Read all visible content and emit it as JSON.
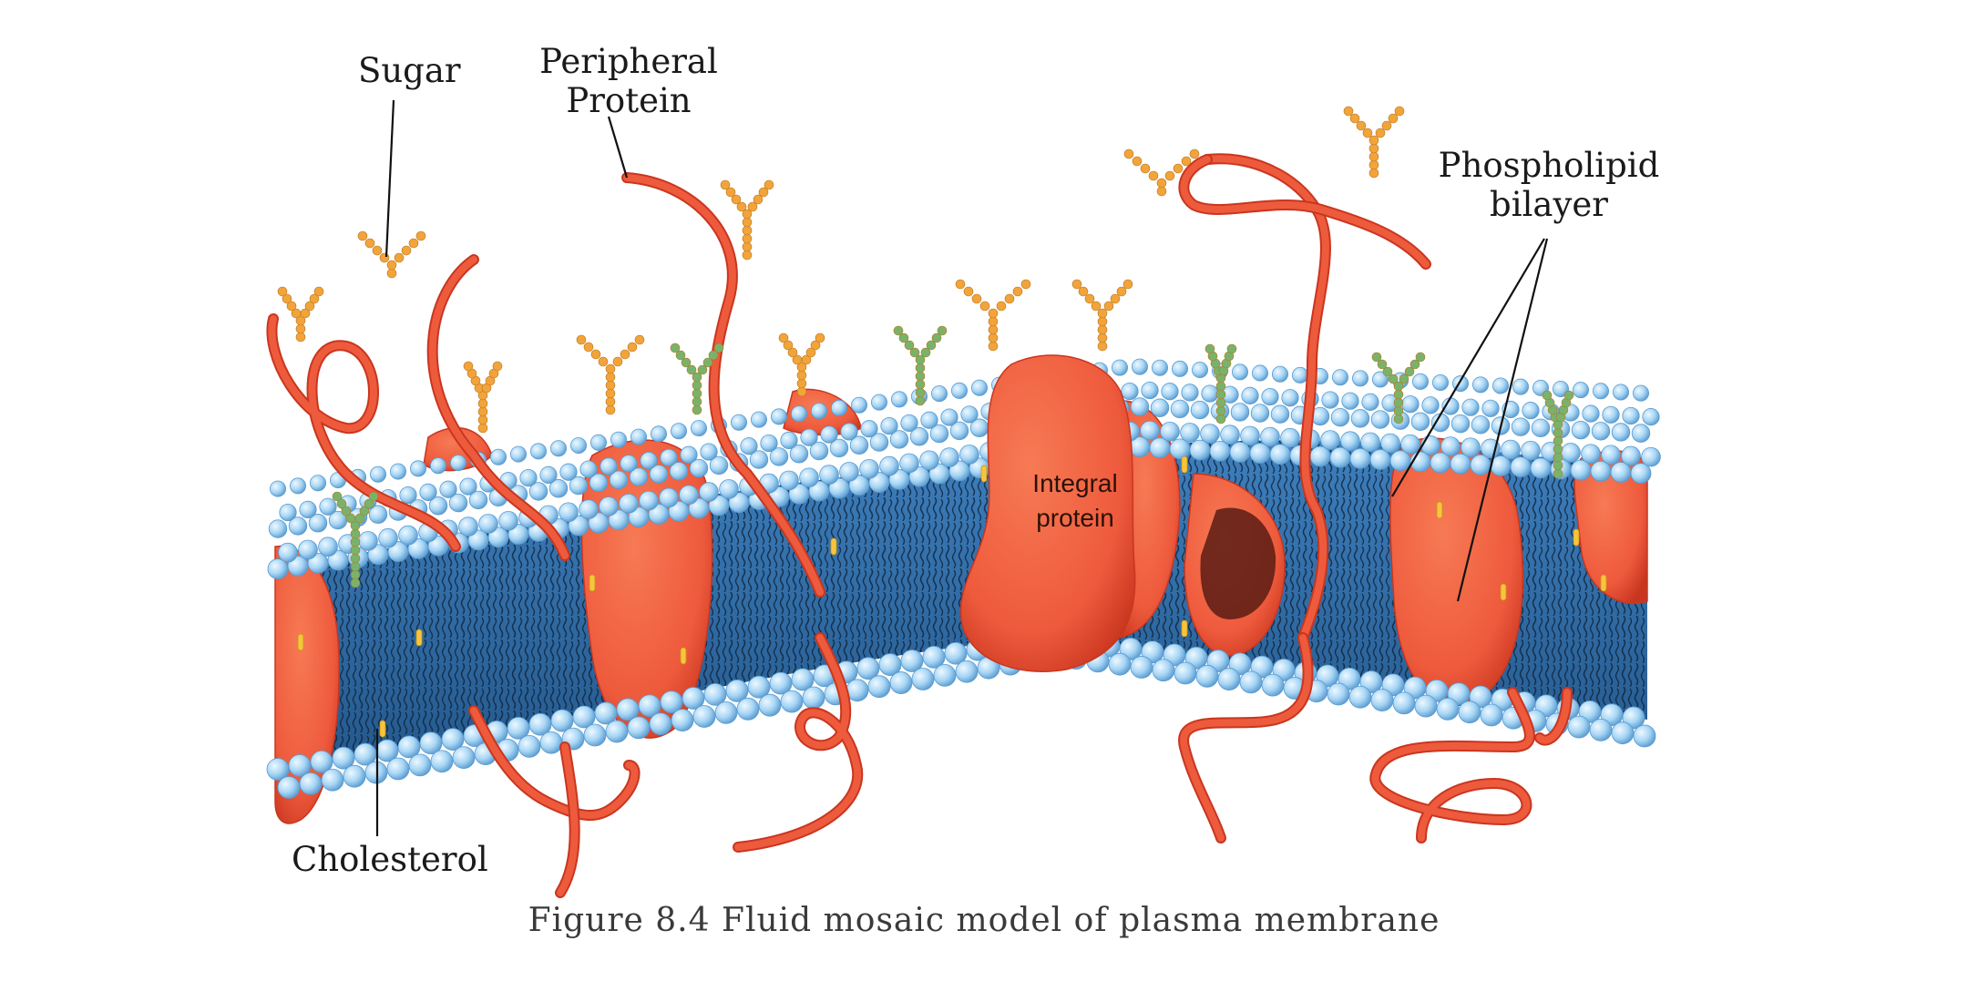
{
  "labels": {
    "sugar": "Sugar",
    "peripheral_protein_line1": "Peripheral",
    "peripheral_protein_line2": "Protein",
    "phospholipid_line1": "Phospholipid",
    "phospholipid_line2": "bilayer",
    "cholesterol": "Cholesterol",
    "integral_line1": "Integral",
    "integral_line2": "protein"
  },
  "caption": "Figure 8.4 Fluid mosaic model of plasma membrane",
  "colors": {
    "protein": "#ee5a3c",
    "protein_dark": "#c9361f",
    "head": "#a8d6f5",
    "head_edge": "#5a9bd0",
    "core": "#2f6ea8",
    "sugar_orange": "#f2a43a",
    "sugar_green": "#79b36b",
    "cholesterol": "#f7c53d"
  }
}
